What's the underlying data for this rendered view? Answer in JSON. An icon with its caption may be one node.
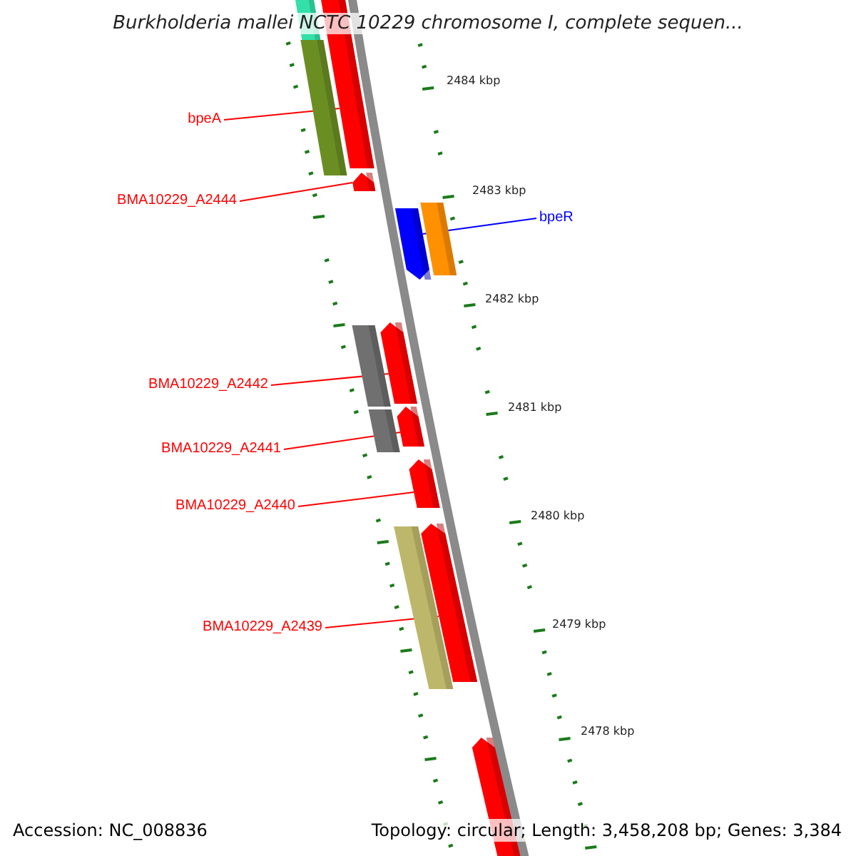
{
  "diagram": {
    "title": "Burkholderia mallei NCTC 10229 chromosome I, complete sequen...",
    "nodes": [
      {
        "text": [],
        "shape": "bar"
      },
      {
        "text": [],
        "shape": "bar"
      },
      {
        "text": [],
        "shape": "bar"
      },
      {
        "text": [],
        "shape": "arrow"
      },
      {
        "text": [],
        "shape": "arrow"
      },
      {
        "text": [],
        "shape": "bar"
      },
      {
        "text": [],
        "shape": "bar"
      },
      {
        "text": [],
        "shape": "arrow"
      },
      {
        "text": [],
        "shape": "bar"
      },
      {
        "text": [],
        "shape": "arrow"
      },
      {
        "text": [],
        "shape": "arrow"
      },
      {
        "text": [],
        "shape": "bar"
      },
      {
        "text": [],
        "shape": "arrow"
      },
      {
        "text": [],
        "shape": "arrow"
      },
      {
        "text": [
          "bpeA"
        ]
      },
      {
        "text": [
          "BMA10229_A2444"
        ]
      },
      {
        "text": [
          "bpeR"
        ]
      },
      {
        "text": [
          "BMA10229_A2442"
        ]
      },
      {
        "text": [
          "BMA10229_A2441"
        ]
      },
      {
        "text": [
          "BMA10229_A2440"
        ]
      },
      {
        "text": [
          "BMA10229_A2439"
        ]
      }
    ],
    "edges": [
      {
        "from": 14,
        "to": 2,
        "arrow": "none"
      },
      {
        "from": 15,
        "to": 3,
        "arrow": "none"
      },
      {
        "from": 16,
        "to": 4,
        "arrow": "none",
        "color": "#0000ff"
      },
      {
        "from": 17,
        "to": 7,
        "arrow": "none"
      },
      {
        "from": 18,
        "to": 9,
        "arrow": "none"
      },
      {
        "from": 19,
        "to": 10,
        "arrow": "none"
      },
      {
        "from": 20,
        "to": 12,
        "arrow": "none"
      }
    ],
    "labels": [
      "2484 kbp",
      "2483 kbp",
      "2482 kbp",
      "2481 kbp",
      "2480 kbp",
      "2479 kbp",
      "2478 kbp",
      "Accession: NC_008836",
      "Topology: circular; Length: 3,458,208 bp; Genes: 3,384"
    ]
  }
}
